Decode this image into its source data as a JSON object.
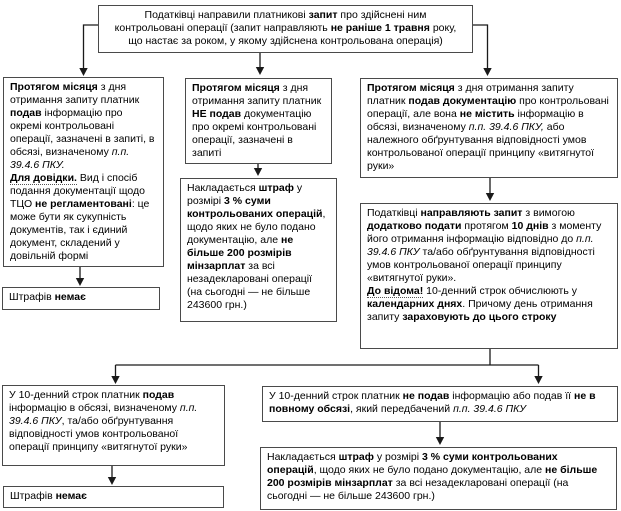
{
  "colors": {
    "border": "#4a4a4a",
    "arrow": "#1a1a1a",
    "text": "#000000",
    "bg": "#ffffff"
  },
  "boxes": {
    "top": {
      "segments": [
        {
          "t": "Податківці направили платникові "
        },
        {
          "t": "запит",
          "b": true
        },
        {
          "t": " про здійснені ним контрольовані операції (запит направляють "
        },
        {
          "t": "не раніше 1 травня",
          "b": true
        },
        {
          "t": " року, що настає за роком, у якому здійснена контрольована операція)"
        }
      ]
    },
    "left1": {
      "segments": [
        {
          "t": "Протягом місяця",
          "b": true
        },
        {
          "t": " з дня отримання запиту платник "
        },
        {
          "t": "подав",
          "b": true
        },
        {
          "t": " інформацію про окремі контрольовані операції, зазначені в запиті, в обсязі, визначеному "
        },
        {
          "t": "п.п. 39.4.6 ПКУ.",
          "i": true
        },
        {
          "br": true
        },
        {
          "t": "Для довідки.",
          "b": true,
          "u": true
        },
        {
          "t": " Вид і спосіб подання документації щодо ТЦО "
        },
        {
          "t": "не регламентовані",
          "b": true
        },
        {
          "t": ": це може бути як сукупність документів, так і єдиний документ, складений у довільній формі"
        }
      ]
    },
    "mid1": {
      "segments": [
        {
          "t": "Протягом місяця",
          "b": true
        },
        {
          "t": " з дня отримання запиту платник "
        },
        {
          "t": "НЕ подав",
          "b": true
        },
        {
          "t": " документацію про окремі контрольовані операції, зазначені в запиті"
        }
      ]
    },
    "right1": {
      "segments": [
        {
          "t": "Протягом місяця",
          "b": true
        },
        {
          "t": " з дня отримання запиту платник "
        },
        {
          "t": "подав документацію",
          "b": true
        },
        {
          "t": " про контрольовані операції, але вона "
        },
        {
          "t": "не містить",
          "b": true
        },
        {
          "t": " інформацію в обсязі, визначеному "
        },
        {
          "t": "п.п. 39.4.6 ПКУ,",
          "i": true
        },
        {
          "t": " або належного обґрунтування відповідності умов контрольованої операції принципу «витягнутої руки»"
        }
      ]
    },
    "mid2": {
      "segments": [
        {
          "t": "Накладається "
        },
        {
          "t": "штраф",
          "b": true
        },
        {
          "t": " у розмірі "
        },
        {
          "t": "3 % суми контрольованих операцій",
          "b": true
        },
        {
          "t": ", щодо яких не було подано документацію, але "
        },
        {
          "t": "не більше 200 розмірів мінзарплат",
          "b": true
        },
        {
          "t": " за всі незадекларовані операції (на сьогодні — не більше 243600 грн.)"
        }
      ]
    },
    "right2": {
      "segments": [
        {
          "t": "Податківці "
        },
        {
          "t": "направляють запит",
          "b": true
        },
        {
          "t": " з вимогою "
        },
        {
          "t": "додатково подати",
          "b": true
        },
        {
          "t": " протягом "
        },
        {
          "t": "10 днів",
          "b": true
        },
        {
          "t": " з моменту його отримання інформацію відповідно до "
        },
        {
          "t": "п.п. 39.4.6 ПКУ",
          "i": true
        },
        {
          "t": " та/або обґрунтування відповідності умов контрольованої операції принципу «витягнутої руки»."
        },
        {
          "br": true
        },
        {
          "t": "До відома!",
          "b": true,
          "u": true
        },
        {
          "t": " 10-денний строк обчислюють у "
        },
        {
          "t": "календарних днях",
          "b": true
        },
        {
          "t": ". Причому день отримання запиту "
        },
        {
          "t": "зараховують до цього строку",
          "b": true
        }
      ]
    },
    "left2": {
      "segments": [
        {
          "t": "Штрафів "
        },
        {
          "t": "немає",
          "b": true
        }
      ]
    },
    "bl1": {
      "segments": [
        {
          "t": "У 10-денний строк платник "
        },
        {
          "t": "подав",
          "b": true
        },
        {
          "t": " інформацію в обсязі, визначеному "
        },
        {
          "t": "п.п. 39.4.6 ПКУ",
          "i": true
        },
        {
          "t": ", та/або обґрунтування відповідності умов контрольованої операції принципу «витягнутої руки»"
        }
      ]
    },
    "br1": {
      "segments": [
        {
          "t": "У 10-денний строк платник "
        },
        {
          "t": "не подав",
          "b": true
        },
        {
          "t": " інформацію або подав її "
        },
        {
          "t": "не в повному обсязі",
          "b": true
        },
        {
          "t": ", який передбачений "
        },
        {
          "t": "п.п. 39.4.6 ПКУ",
          "i": true
        }
      ]
    },
    "bl2": {
      "segments": [
        {
          "t": "Штрафів "
        },
        {
          "t": "немає",
          "b": true
        }
      ]
    },
    "br2": {
      "segments": [
        {
          "t": "Накладається "
        },
        {
          "t": "штраф",
          "b": true
        },
        {
          "t": " у розмірі "
        },
        {
          "t": "3 % суми контрольованих операцій",
          "b": true
        },
        {
          "t": ", щодо яких не було подано документацію, але "
        },
        {
          "t": "не більше 200 розмірів мінзарплат",
          "b": true
        },
        {
          "t": " за всі незадекларовані операції (на сьогодні — не більше 243600 грн.)"
        }
      ]
    }
  }
}
